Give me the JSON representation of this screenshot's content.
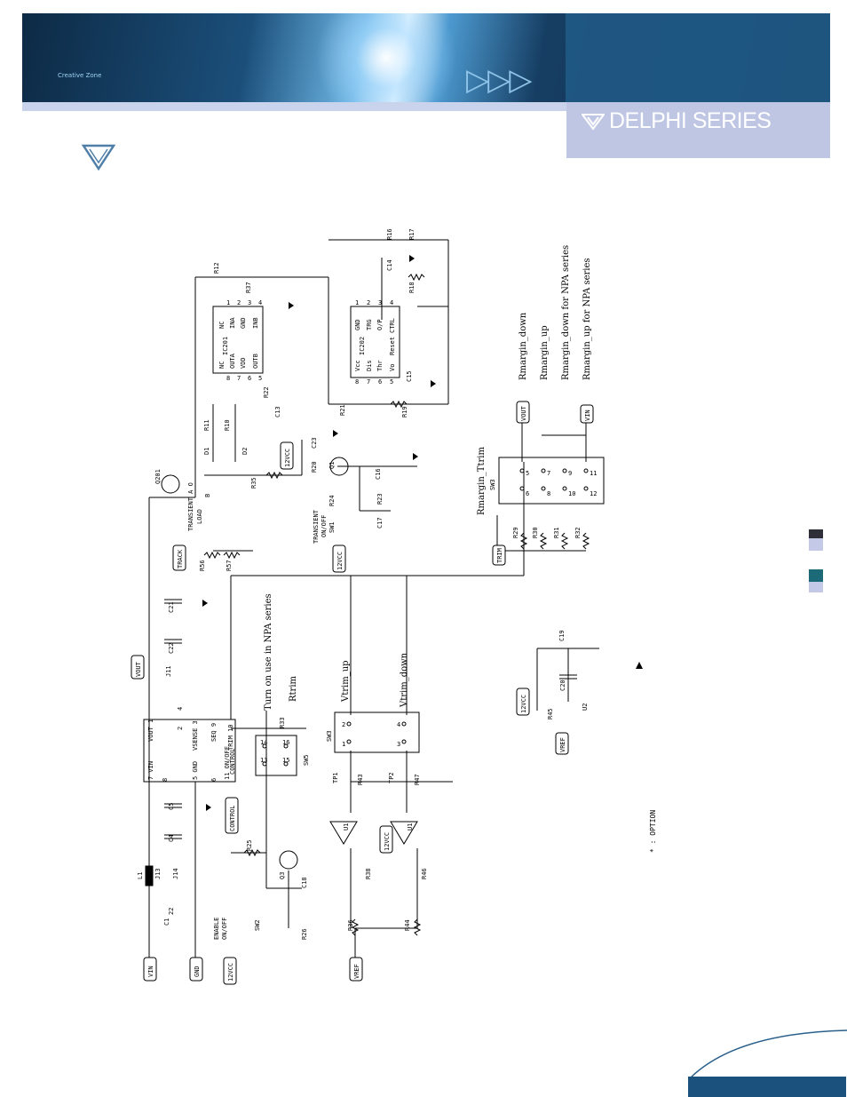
{
  "header": {
    "brand": "DELPHI SERIES",
    "banner_small_text": "Creative Zone"
  },
  "schematic": {
    "connectors": {
      "vin": "VIN",
      "gnd": "GND",
      "v12_enable": "12VCC",
      "vout": "VOUT",
      "control": "CONTROL",
      "track": "TRACK",
      "v12_transient": "12VCC",
      "v12_ic202": "12VCC",
      "vref_bottom": "VREF",
      "v12_opamp": "12VCC",
      "trim": "TRIM",
      "vout_right": "VOUT",
      "vin_right": "VIN",
      "v12_u2": "12VCC",
      "vref_u2": "VREF"
    },
    "module": {
      "vout_pin": "VOUT 1",
      "pin2": "2",
      "vsense_pin": "VSENSE 3",
      "pin4": "4",
      "seq_pin": "SEQ 9",
      "trim_pin": "TRIM 10",
      "vin_pin": "7 VIN",
      "pin8": "8",
      "gnd_pin": "5 GND",
      "pin6": "6",
      "onoff_pin": "11 ON/OFF",
      "control_text": "CONTROL"
    },
    "ic201": {
      "name": "IC201",
      "pins_left": [
        "NC",
        "OUTA",
        "VDD",
        "OUTB"
      ],
      "pins_right": [
        "NC",
        "INA",
        "GND",
        "INB"
      ],
      "nums_left": [
        "8",
        "7",
        "6",
        "5"
      ],
      "nums_right": [
        "1",
        "2",
        "3",
        "4"
      ]
    },
    "ic202": {
      "name": "IC202",
      "pins_left": [
        "Vcc",
        "Dis",
        "Thr",
        "Vo"
      ],
      "pins_right": [
        "GND",
        "TRG",
        "O/P",
        "CTRL"
      ],
      "pins_mid": [
        "Reset"
      ],
      "nums_left": [
        "8",
        "7",
        "6",
        "5"
      ],
      "nums_right": [
        "1",
        "2",
        "3",
        "4"
      ]
    },
    "components": {
      "l1": "L1",
      "c1": "C1",
      "c1_value": "22",
      "j13": "J13",
      "j14": "J14",
      "c4": "C4",
      "c5": "C5",
      "c22": "C22",
      "c21": "C21",
      "j11": "J11",
      "r56": "R56",
      "r57": "R57",
      "q201": "Q201",
      "r35": "R35",
      "r11": "R11",
      "r10": "R10",
      "d1": "D1",
      "d2": "D2",
      "r12": "R12",
      "r37": "R37",
      "r22": "R22",
      "c13": "C13",
      "r16": "R16",
      "r17": "R17",
      "c14": "C14",
      "r18": "R18",
      "r21": "R21",
      "r19": "R19",
      "c15": "C15",
      "c23": "C23",
      "r20": "R20",
      "q1": "Q1",
      "c16": "C16",
      "r24": "R24",
      "r23": "R23",
      "c17": "C17",
      "sw1": "SW1",
      "sw2": "SW2",
      "r25": "R25",
      "q3": "Q3",
      "c18": "C18",
      "r26": "R26",
      "r33": "R33",
      "sw5": "SW5",
      "sw3_a": "SW3",
      "sw3_b": "SW3",
      "r29": "R29",
      "r30": "R30",
      "r31": "R31",
      "r32": "R32",
      "c19": "C19",
      "c20": "C20",
      "r45": "R45",
      "u2": "U2",
      "tp1": "TP1",
      "tp2": "TP2",
      "r43": "R43",
      "r47": "R47",
      "u1a": "U1",
      "u1b": "U1",
      "r38": "R38",
      "r46": "R46",
      "r36": "R36",
      "r44": "R44"
    },
    "texts": {
      "transient_load": "TRANSIENT A O",
      "load": "LOAD",
      "load_b": "B",
      "transient_onoff": "TRANSIENT",
      "onoff": "ON/OFF",
      "enable": "ENABLE",
      "enable_onoff": "ON/OFF",
      "npa_note": "Turn on use in NPA series",
      "rtrim": "Rtrim",
      "vtrim_up": "Vtrim_up",
      "vtrim_down": "Vtrim_down",
      "rmargin_ttrim": "Rmargin_Ttrim",
      "rmargin_down": "Rmargin_down",
      "rmargin_up": "Rmargin_up",
      "rmargin_down_npa": "Rmargin_down for NPA series",
      "rmargin_up_npa": "Rmargin_up for NPA series",
      "option": "* : OPTION"
    },
    "switch_numbers": {
      "sw5": [
        "13",
        "14",
        "15",
        "16"
      ],
      "sw3_left": [
        "1",
        "2",
        "3",
        "4"
      ],
      "sw3_right": [
        "5",
        "6",
        "7",
        "8",
        "9",
        "10",
        "11",
        "12"
      ]
    }
  }
}
